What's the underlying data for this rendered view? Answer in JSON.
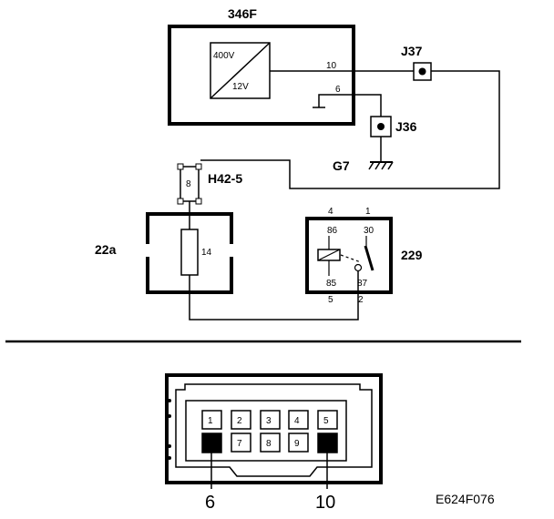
{
  "components": {
    "converter": {
      "id": "346F",
      "in_voltage": "400V",
      "out_voltage": "12V"
    },
    "junction_j37": {
      "id": "J37"
    },
    "junction_j36": {
      "id": "J36"
    },
    "ground": {
      "id": "G7"
    },
    "connector_h42": {
      "id": "H42-5",
      "pin": "8"
    },
    "fuse_box": {
      "id": "22a",
      "fuse": "14"
    },
    "relay": {
      "id": "229",
      "pin_85": "85",
      "pin_86": "86",
      "pin_30": "30",
      "pin_87": "87",
      "terminal_4": "4",
      "terminal_1": "1",
      "terminal_5": "5",
      "terminal_2": "2"
    }
  },
  "wires": {
    "wire_10": "10",
    "wire_6": "6"
  },
  "connector_view": {
    "cavities": [
      "1",
      "2",
      "3",
      "4",
      "5",
      "7",
      "8",
      "9"
    ],
    "callouts": [
      "6",
      "10"
    ]
  },
  "figure_id": "E624F076"
}
